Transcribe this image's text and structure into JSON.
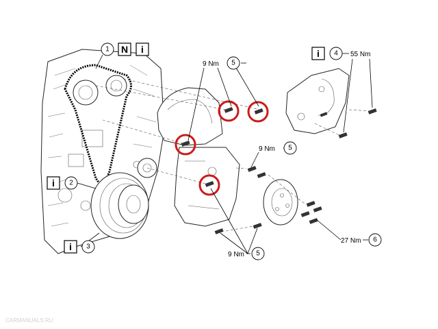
{
  "callouts": {
    "c1": "1",
    "c2": "2",
    "c3": "3",
    "c4": "4",
    "c5": "5",
    "c6": "6"
  },
  "glyphs": {
    "note": "N",
    "info": "i"
  },
  "torques": {
    "t1": "9 Nm",
    "t2": "9 Nm",
    "t3": "9 Nm",
    "t4": "55 Nm",
    "t5": "27 Nm"
  },
  "colors": {
    "highlight": "#cc1a1a",
    "line": "#000000"
  },
  "watermark": "CARMANUALS.RU"
}
